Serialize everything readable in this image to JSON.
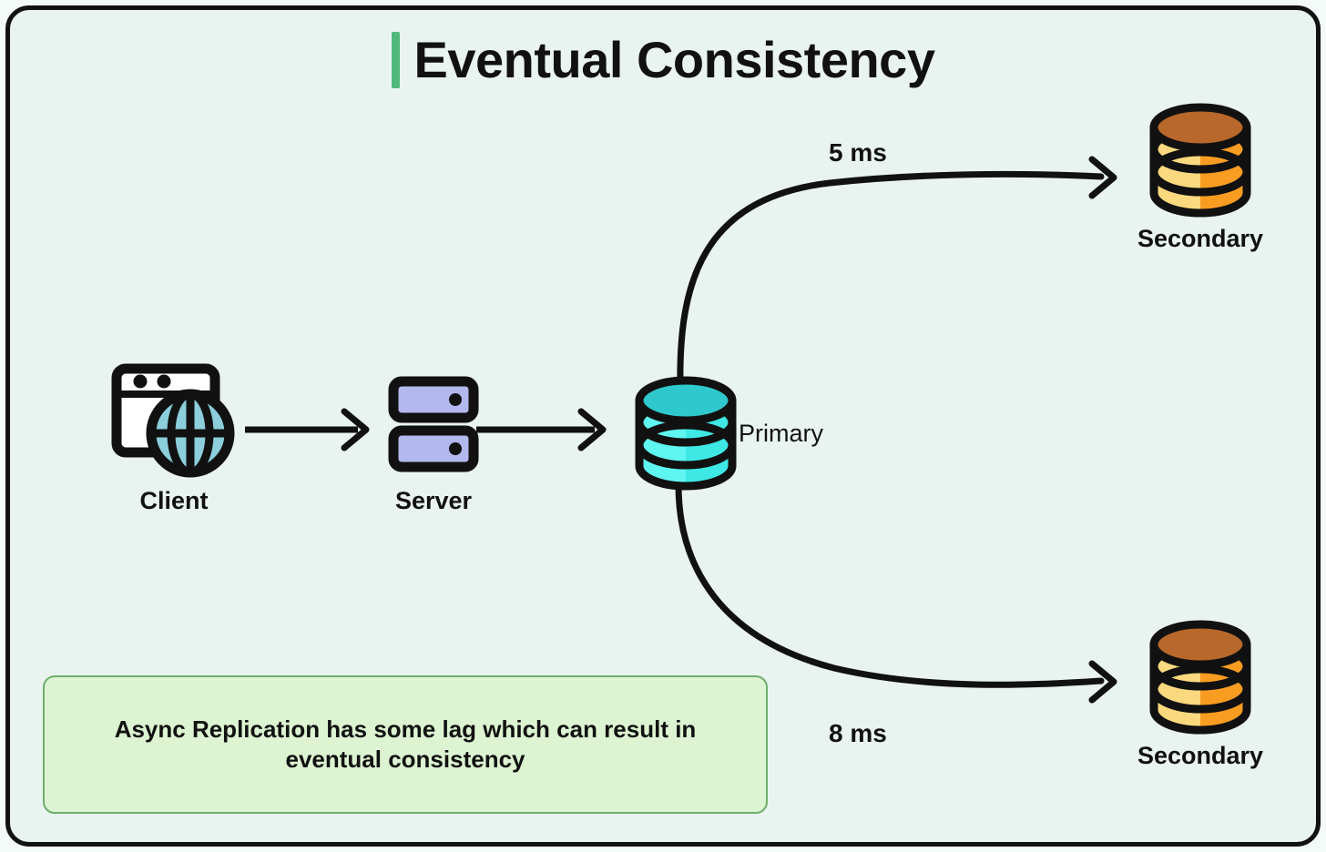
{
  "header": {
    "title": "Eventual Consistency",
    "accent_color": "#4eb97a"
  },
  "canvas": {
    "background_color": "#e9f3ef",
    "border_color": "#121212"
  },
  "nodes": [
    {
      "id": "client",
      "label": "Client",
      "icon": "browser-globe-icon",
      "color": "#8ccedc"
    },
    {
      "id": "server",
      "label": "Server",
      "icon": "server-rack-icon",
      "color": "#b3b8ee"
    },
    {
      "id": "primary",
      "label": "Primary",
      "icon": "database-icon",
      "color": "#4ff0ea"
    },
    {
      "id": "secondary-1",
      "label": "Secondary",
      "icon": "database-icon",
      "color": "#f9a227"
    },
    {
      "id": "secondary-2",
      "label": "Secondary",
      "icon": "database-icon",
      "color": "#f9a227"
    }
  ],
  "edges": [
    {
      "id": "client-to-server",
      "from": "client",
      "to": "server",
      "label": ""
    },
    {
      "id": "server-to-primary",
      "from": "server",
      "to": "primary",
      "label": ""
    },
    {
      "id": "primary-to-secondary-1",
      "from": "primary",
      "to": "secondary-1",
      "label": "5 ms"
    },
    {
      "id": "primary-to-secondary-2",
      "from": "primary",
      "to": "secondary-2",
      "label": "8 ms"
    }
  ],
  "latency": {
    "top": "5 ms",
    "bottom": "8 ms"
  },
  "note": {
    "text": "Async Replication has some lag which can result in eventual consistency",
    "background_color": "#ddf4d2",
    "border_color": "#6cb06c"
  }
}
